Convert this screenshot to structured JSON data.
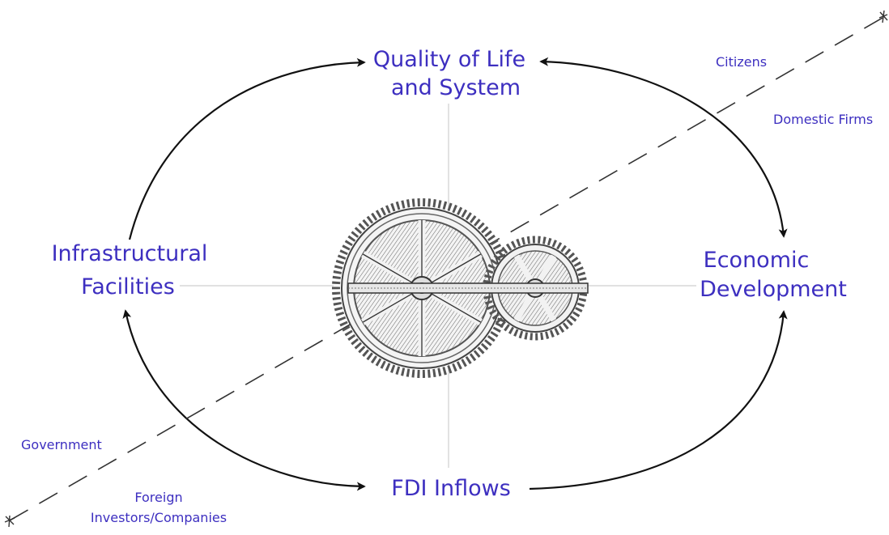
{
  "nodes": {
    "quality_line1": "Quality of Life",
    "quality_line2": "and System",
    "infra_line1": "Infrastructural",
    "infra_line2": "Facilities",
    "econ_line1": "Economic",
    "econ_line2": "Development",
    "fdi": "FDI Inflows"
  },
  "actors": {
    "citizens": "Citizens",
    "domestic_firms": "Domestic Firms",
    "government": "Government",
    "foreign_line1": "Foreign",
    "foreign_line2": "Investors/Companies"
  },
  "colors": {
    "text": "#3d2fc0",
    "arrow": "#111111",
    "axis": "#c8c8c8",
    "dash": "#333333",
    "gear": "#555555"
  }
}
